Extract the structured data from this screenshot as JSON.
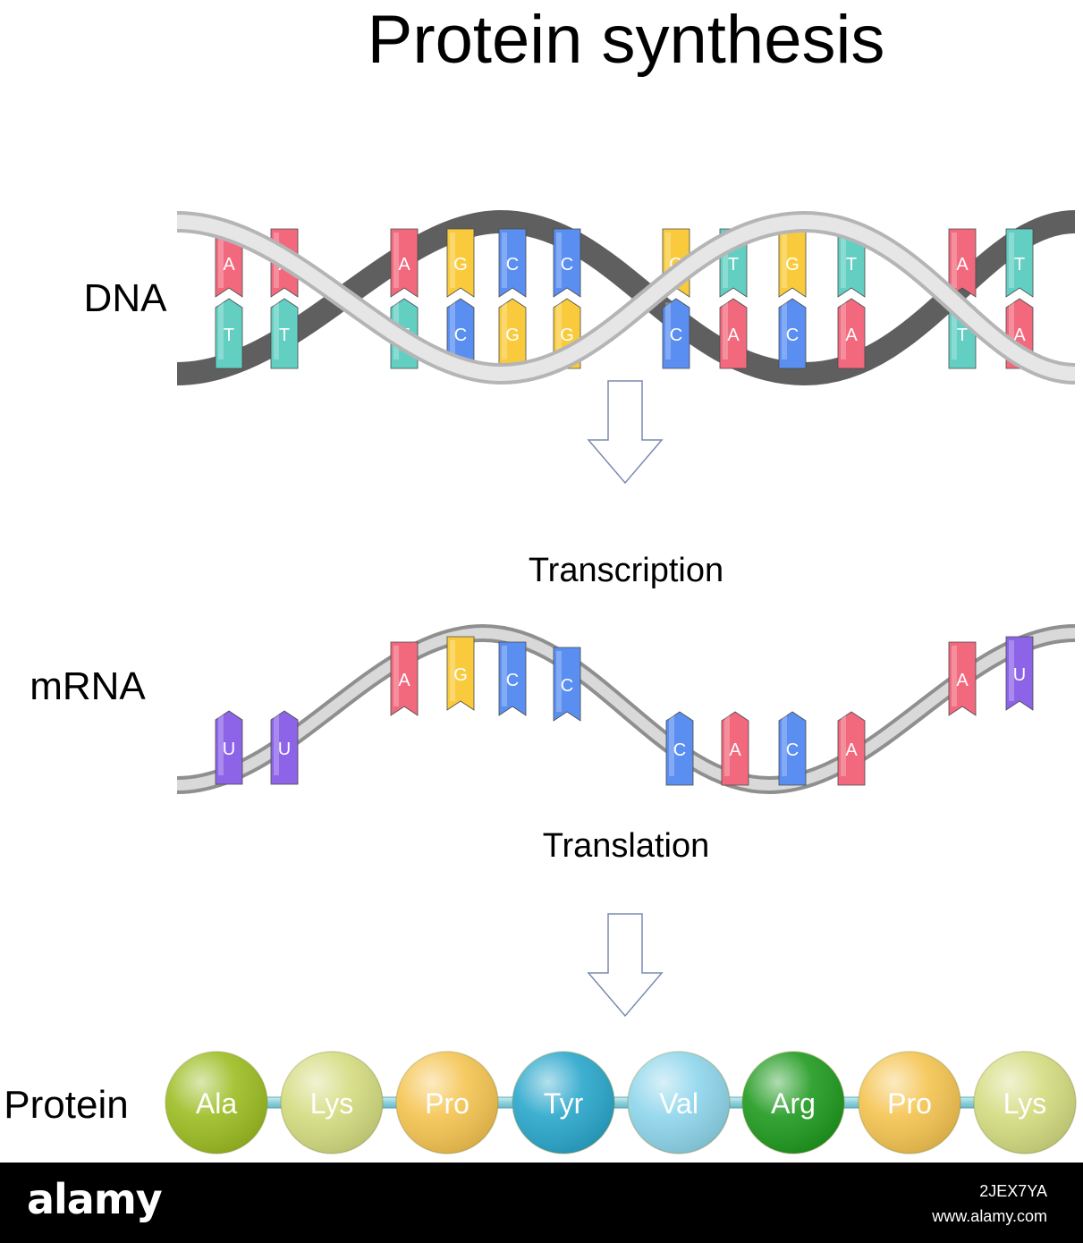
{
  "title": "Protein synthesis",
  "labels": {
    "dna": "DNA",
    "mrna": "mRNA",
    "protein": "Protein",
    "transcription": "Transcription",
    "translation": "Translation"
  },
  "dna": {
    "top_strand": [
      "A",
      "A",
      "A",
      "G",
      "C",
      "C",
      "G",
      "T",
      "G",
      "T",
      "A",
      "T"
    ],
    "bottom_strand": [
      "T",
      "T",
      "T",
      "C",
      "G",
      "G",
      "C",
      "A",
      "C",
      "A",
      "T",
      "A"
    ]
  },
  "mrna": {
    "bases": [
      "U",
      "U",
      "A",
      "G",
      "C",
      "C",
      "C",
      "A",
      "C",
      "A",
      "A",
      "U"
    ]
  },
  "protein": {
    "amino_acids": [
      {
        "name": "Ala",
        "color": "#9cbd22"
      },
      {
        "name": "Lys",
        "color": "#d4dc80"
      },
      {
        "name": "Pro",
        "color": "#f5c451"
      },
      {
        "name": "Tyr",
        "color": "#2aa7cc"
      },
      {
        "name": "Val",
        "color": "#8fd6ec"
      },
      {
        "name": "Arg",
        "color": "#1f9a1f"
      },
      {
        "name": "Pro",
        "color": "#f5c451"
      },
      {
        "name": "Lys",
        "color": "#d4dc80"
      }
    ]
  },
  "base_colors": {
    "A": "#f2697d",
    "T": "#63cfc3",
    "G": "#f9cb3c",
    "C": "#5a8ef0",
    "U": "#8d63e8"
  },
  "footer": {
    "logo": "alamy",
    "image_id": "2JEX7YA",
    "site": "www.alamy.com"
  }
}
